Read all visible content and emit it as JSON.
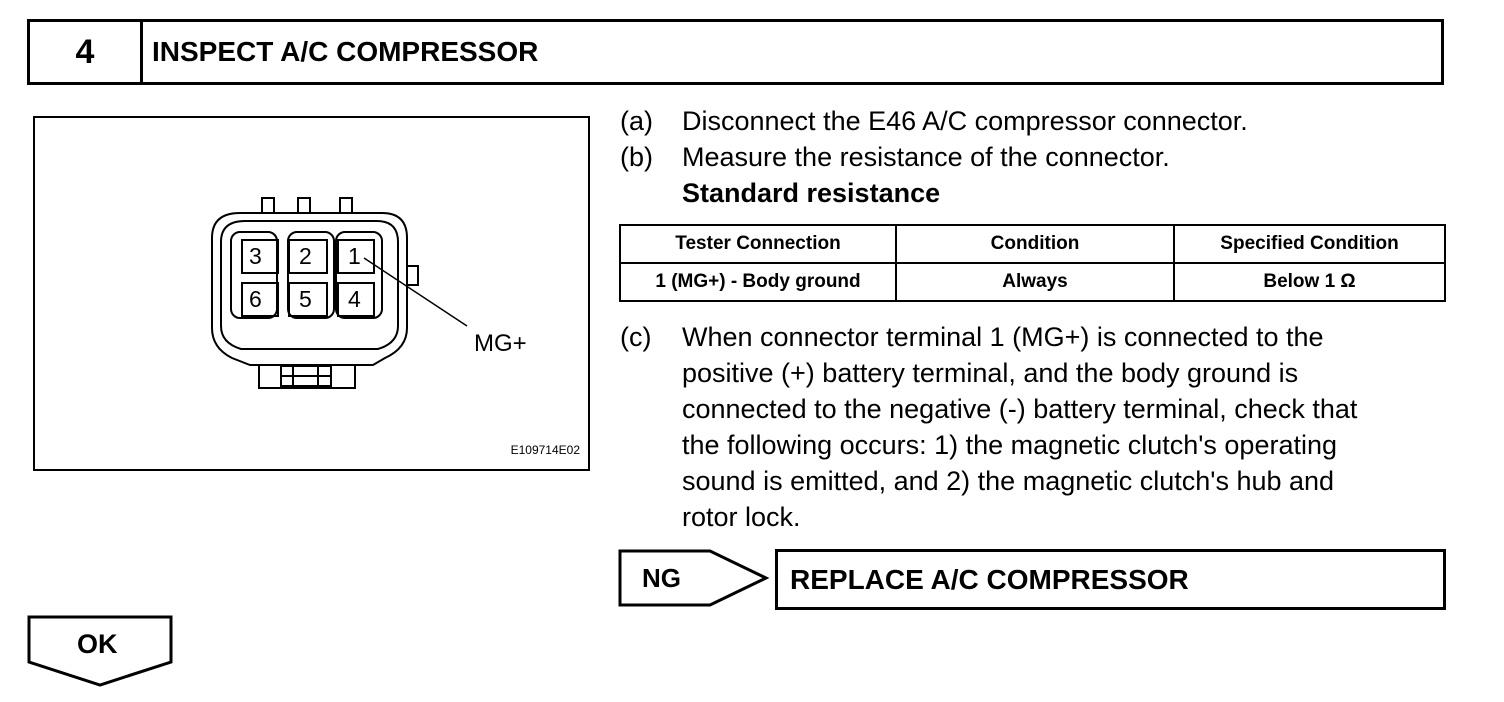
{
  "header": {
    "step_number": "4",
    "title": "INSPECT A/C COMPRESSOR"
  },
  "figure": {
    "pins": [
      "3",
      "2",
      "1",
      "6",
      "5",
      "4"
    ],
    "callout": "MG+",
    "code": "E109714E02"
  },
  "steps": [
    {
      "label": "(a)",
      "text": "Disconnect the E46 A/C compressor connector."
    },
    {
      "label": "(b)",
      "text": "Measure the resistance of the connector."
    }
  ],
  "standard_label": "Standard resistance",
  "table": {
    "headers": [
      "Tester Connection",
      "Condition",
      "Specified Condition"
    ],
    "rows": [
      [
        "1 (MG+) - Body ground",
        "Always",
        "Below 1 Ω"
      ]
    ]
  },
  "step_c": {
    "label": "(c)",
    "lines": [
      "When connector terminal 1 (MG+) is connected to the",
      "positive (+) battery terminal, and the body ground is",
      "connected to the negative (-) battery terminal, check that",
      "the following occurs: 1) the magnetic clutch's operating",
      "sound is emitted, and 2) the magnetic clutch's hub and",
      "rotor lock."
    ]
  },
  "ng": {
    "label": "NG",
    "action": "REPLACE A/C COMPRESSOR"
  },
  "ok": {
    "label": "OK"
  }
}
